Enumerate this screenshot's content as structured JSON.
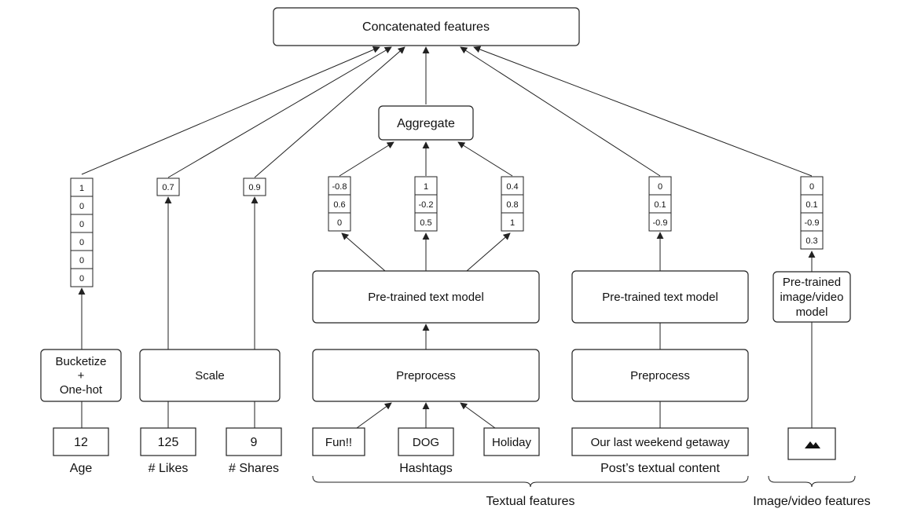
{
  "top": {
    "label": "Concatenated features"
  },
  "aggregate": {
    "label": "Aggregate"
  },
  "inputs": {
    "age": {
      "value": "12",
      "caption": "Age"
    },
    "likes": {
      "value": "125",
      "caption": "# Likes"
    },
    "shares": {
      "value": "9",
      "caption": "# Shares"
    },
    "hashtags": [
      "Fun!!",
      "DOG",
      "Holiday"
    ],
    "post": "Our last weekend getaway"
  },
  "hashtags_caption": "Hashtags",
  "post_caption": "Post’s textual content",
  "processing": {
    "bucketize": [
      "Bucketize",
      "+",
      "One-hot"
    ],
    "scale": "Scale",
    "preprocess_hashtags": "Preprocess",
    "preprocess_post": "Preprocess",
    "text_model_hashtags": "Pre-trained text model",
    "text_model_post": "Pre-trained text model",
    "image_model": [
      "Pre-trained",
      "image/video",
      "model"
    ]
  },
  "vectors": {
    "age": [
      "1",
      "0",
      "0",
      "0",
      "0",
      "0"
    ],
    "likes": [
      "0.7"
    ],
    "shares": [
      "0.9"
    ],
    "hashtag1": [
      "-0.8",
      "0.6",
      "0"
    ],
    "hashtag2": [
      "1",
      "-0.2",
      "0.5"
    ],
    "hashtag3": [
      "0.4",
      "0.8",
      "1"
    ],
    "post": [
      "0",
      "0.1",
      "-0.9"
    ],
    "image": [
      "0",
      "0.1",
      "-0.9",
      "0.3"
    ]
  },
  "group_labels": {
    "textual": "Textual features",
    "image": "Image/video features"
  },
  "icons": {
    "image_input": "image-mountain-icon"
  }
}
